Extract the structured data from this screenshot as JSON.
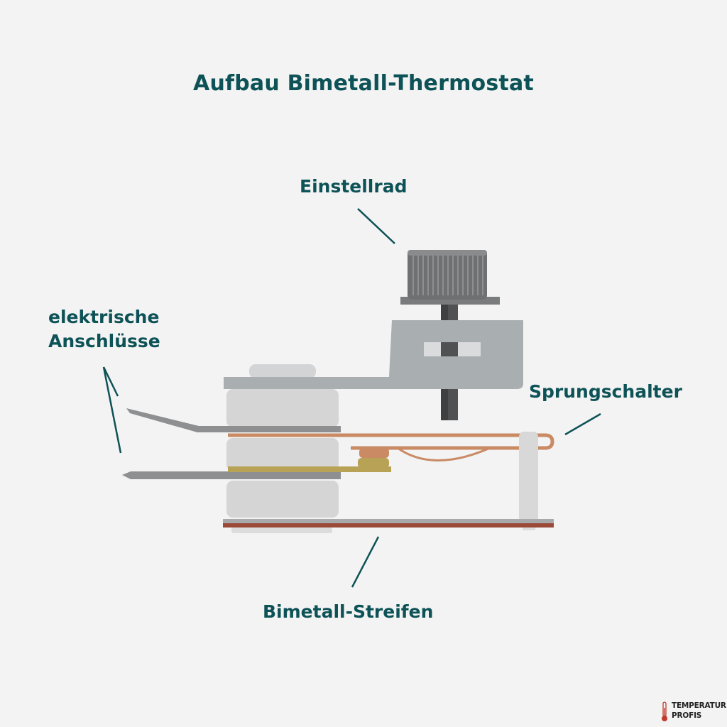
{
  "title": "Aufbau Bimetall-Thermostat",
  "labels": {
    "einstellrad": "Einstellrad",
    "anschluesse_line1": "elektrische",
    "anschluesse_line2": "Anschlüsse",
    "sprungschalter": "Sprungschalter",
    "bimetall": "Bimetall-Streifen"
  },
  "logo": {
    "line1": "TEMPERATUR",
    "line2": "PROFIS",
    "icon": "thermometer-icon"
  },
  "colors": {
    "background": "#f3f3f3",
    "text": "#0d5256",
    "leader": "#0d5256",
    "bracket": "#a9aeb1",
    "terminal": "#8d8f91",
    "copper": "#c98a64",
    "brass": "#b8a255",
    "bimetal_red": "#9b4a3a",
    "ceramic": "#d5d5d5",
    "knob": "#777879"
  }
}
